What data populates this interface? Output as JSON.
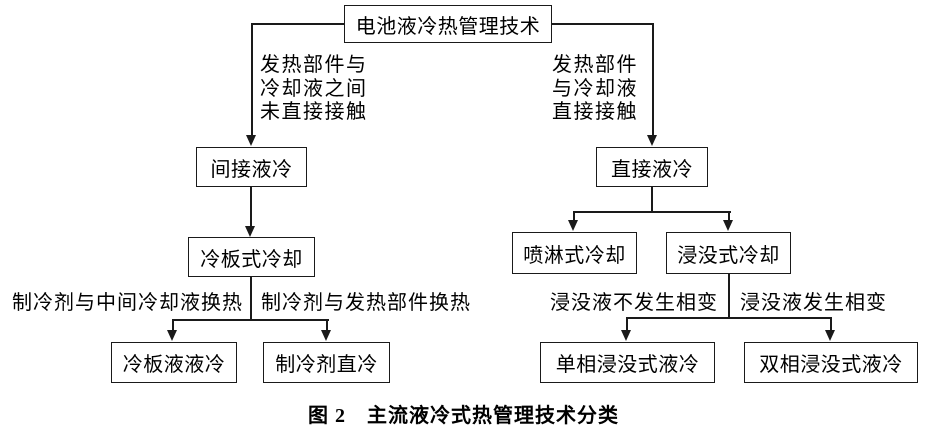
{
  "figure": {
    "root": {
      "label": "电池液冷热管理技术"
    },
    "left_branch": {
      "condition_lines": [
        "发热部件与",
        "冷却液之间",
        "未直接接触"
      ],
      "node": "间接液冷",
      "child": "冷板式冷却",
      "leaf_labels": {
        "left": "制冷剂与中间冷却液换热",
        "right": "制冷剂与发热部件换热"
      },
      "leaves": {
        "left": "冷板液液冷",
        "right": "制冷剂直冷"
      }
    },
    "right_branch": {
      "condition_lines": [
        "发热部件",
        "与冷却液",
        "直接接触"
      ],
      "node": "直接液冷",
      "children": {
        "left": "喷淋式冷却",
        "right": "浸没式冷却"
      },
      "leaf_labels": {
        "left": "浸没液不发生相变",
        "right": "浸没液发生相变"
      },
      "leaves": {
        "left": "单相浸没式液冷",
        "right": "双相浸没式液冷"
      }
    },
    "caption": "图 2　主流液冷式热管理技术分类"
  }
}
